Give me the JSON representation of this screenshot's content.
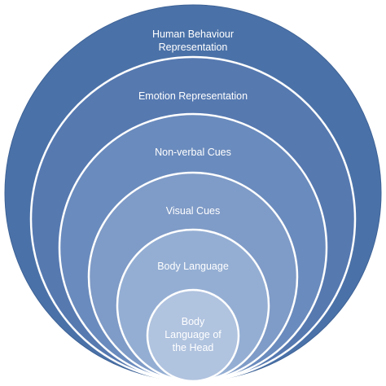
{
  "diagram": {
    "type": "nested-circles",
    "levels": [
      {
        "lines": [
          "Human Behaviour",
          "Representation"
        ],
        "fill": "#4b72a8"
      },
      {
        "lines": [
          "Emotion Representation"
        ],
        "fill": "#5679b0"
      },
      {
        "lines": [
          "Non-verbal Cues"
        ],
        "fill": "#6a8bbd"
      },
      {
        "lines": [
          "Visual Cues"
        ],
        "fill": "#7f9bc7"
      },
      {
        "lines": [
          "Body Language"
        ],
        "fill": "#94aed3"
      },
      {
        "lines": [
          "Body",
          "Language of",
          "the Head"
        ],
        "fill": "#b0c3df"
      }
    ],
    "outline_color": "#ffffff"
  }
}
